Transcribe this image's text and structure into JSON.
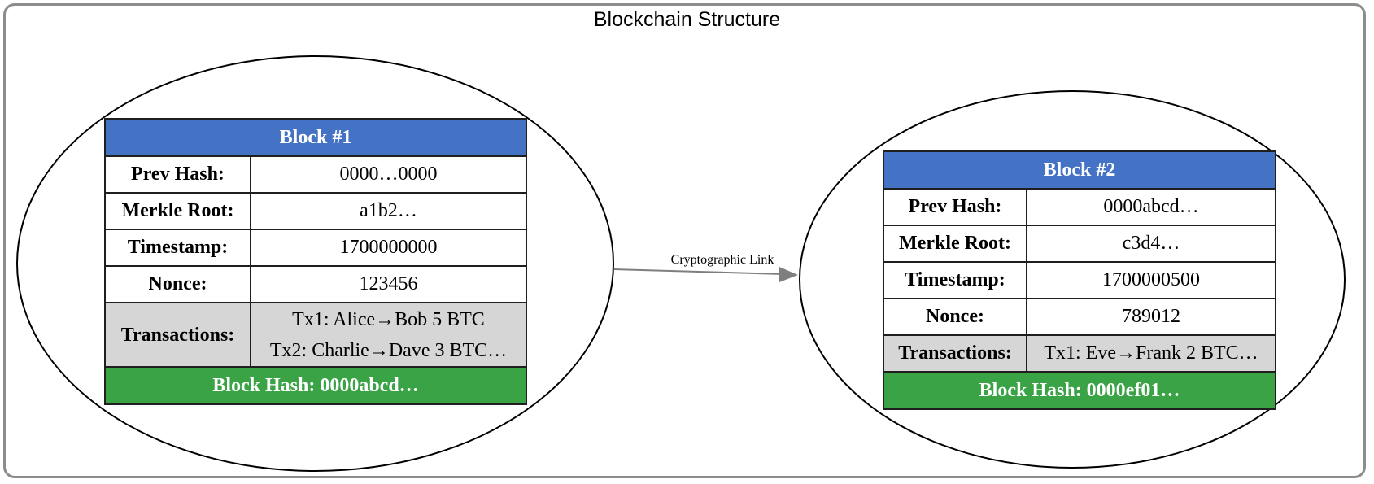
{
  "diagram": {
    "title": "Blockchain Structure",
    "link_label": "Cryptographic Link",
    "colors": {
      "header": "#4472c4",
      "footer": "#3aa346",
      "transactions_row": "#d6d6d6",
      "arrow": "#7f7f7f"
    },
    "blocks": [
      {
        "header": "Block #1",
        "rows": [
          {
            "label": "Prev Hash:",
            "value": "0000…0000"
          },
          {
            "label": "Merkle Root:",
            "value": "a1b2…"
          },
          {
            "label": "Timestamp:",
            "value": "1700000000"
          },
          {
            "label": "Nonce:",
            "value": "123456"
          }
        ],
        "transactions_label": "Transactions:",
        "transactions": [
          "Tx1: Alice→Bob 5 BTC",
          "Tx2: Charlie→Dave 3 BTC…"
        ],
        "footer": "Block Hash: 0000abcd…"
      },
      {
        "header": "Block #2",
        "rows": [
          {
            "label": "Prev Hash:",
            "value": "0000abcd…"
          },
          {
            "label": "Merkle Root:",
            "value": "c3d4…"
          },
          {
            "label": "Timestamp:",
            "value": "1700000500"
          },
          {
            "label": "Nonce:",
            "value": "789012"
          }
        ],
        "transactions_label": "Transactions:",
        "transactions": [
          "Tx1: Eve→Frank 2 BTC…"
        ],
        "footer": "Block Hash: 0000ef01…"
      }
    ]
  }
}
